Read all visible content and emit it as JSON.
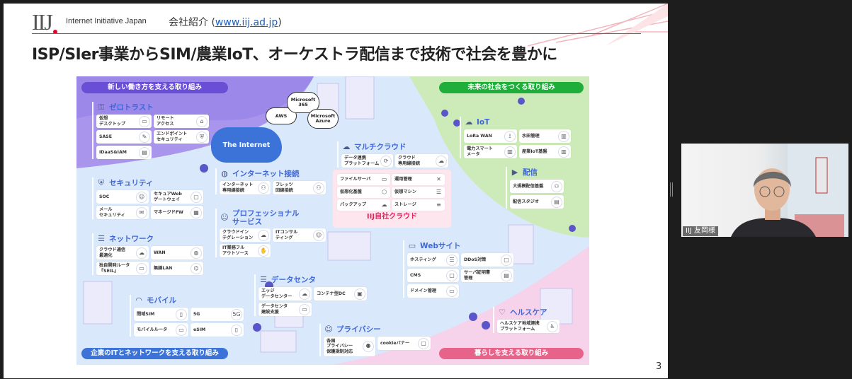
{
  "header": {
    "logo": "IIJ",
    "brand": "Internet Initiative Japan",
    "about": "会社紹介 (",
    "url": "www.iij.ad.jp",
    "about_end": ")",
    "title": "ISP/SIer事業からSIM/農業IoT、オーケストラ配信まで技術で社会を豊かに",
    "page": "3"
  },
  "banners": {
    "work": "新しい働き方を支える取り組み",
    "enterprise": "企業のITとネットワークを支える取り組み",
    "future": "未来の社会をつくる取り組み",
    "life": "暮らしを支える取り組み"
  },
  "clouds": {
    "internet": "The Internet",
    "aws": "AWS",
    "m365": "Microsoft\n365",
    "azure": "Microsoft\nAzure"
  },
  "colors": {
    "purple": "#6a4fd6",
    "blue": "#3b73d8",
    "green": "#1fae3a",
    "pink": "#e8638a",
    "heading": "#3f67d8"
  },
  "sections": {
    "zerotrust": {
      "title": "ゼロトラスト",
      "icon": "lock",
      "items": [
        {
          "label": "仮想\nデスクトップ",
          "icon": "desktop"
        },
        {
          "label": "リモート\nアクセス",
          "icon": "home"
        },
        {
          "label": "SASE",
          "icon": "pen"
        },
        {
          "label": "エンドポイント\nセキュリティ",
          "icon": "shield"
        },
        {
          "label": "IDaaS&IAM",
          "icon": "id"
        }
      ]
    },
    "security": {
      "title": "セキュリティ",
      "icon": "shield",
      "items": [
        {
          "label": "SOC",
          "icon": "person"
        },
        {
          "label": "セキュアWeb\nゲートウェイ",
          "icon": "window"
        },
        {
          "label": "メール\nセキュリティ",
          "icon": "mail"
        },
        {
          "label": "マネージドFW",
          "icon": "grid"
        }
      ]
    },
    "network": {
      "title": "ネットワーク",
      "icon": "server",
      "items": [
        {
          "label": "クラウド通信\n最適化",
          "icon": "cloud"
        },
        {
          "label": "WAN",
          "icon": "globe"
        },
        {
          "label": "独自開発ルータ\n『SEIL』",
          "icon": "router"
        },
        {
          "label": "無線LAN",
          "icon": "wifi-router"
        }
      ]
    },
    "mobile": {
      "title": "モバイル",
      "icon": "wifi",
      "items": [
        {
          "label": "閉域SIM",
          "icon": "sim"
        },
        {
          "label": "5G",
          "icon": "5g"
        },
        {
          "label": "モバイルルータ",
          "icon": "router"
        },
        {
          "label": "eSIM",
          "icon": "phone"
        }
      ]
    },
    "internet": {
      "title": "インターネット接続",
      "icon": "globe",
      "items": [
        {
          "label": "インターネット\n専用線接続",
          "icon": "network"
        },
        {
          "label": "フレッツ\n回線接続",
          "icon": "network"
        }
      ]
    },
    "pro": {
      "title": "プロフェッショナル\nサービス",
      "icon": "person",
      "items": [
        {
          "label": "クラウドイン\nテグレーション",
          "icon": "cloud"
        },
        {
          "label": "ITコンサル\nティング",
          "icon": "person"
        },
        {
          "label": "IT業務フル\nアウトソース",
          "icon": "handshake"
        }
      ]
    },
    "datacenter": {
      "title": "データセンタ",
      "icon": "server",
      "items": [
        {
          "label": "エッジ\nデータセンター",
          "icon": "cloud"
        },
        {
          "label": "コンテナ型DC",
          "icon": "container"
        },
        {
          "label": "データセンタ\n建設支援",
          "icon": "rack"
        }
      ]
    },
    "multicloud": {
      "title": "マルチクラウド",
      "icon": "cloud",
      "items": [
        {
          "label": "データ連携\nプラットフォーム",
          "icon": "sync"
        },
        {
          "label": "クラウド\n専用線接続",
          "icon": "cloud"
        }
      ]
    },
    "iijcloud": {
      "title": "IIJ自社クラウド",
      "items": [
        {
          "label": "ファイルサーバ",
          "icon": "folder"
        },
        {
          "label": "運用管理",
          "icon": "tools"
        },
        {
          "label": "仮想化基盤",
          "icon": "cube"
        },
        {
          "label": "仮想マシン",
          "icon": "server"
        },
        {
          "label": "バックアップ",
          "icon": "cloud"
        },
        {
          "label": "ストレージ",
          "icon": "database"
        }
      ]
    },
    "iot": {
      "title": "IoT",
      "icon": "cloud",
      "items": [
        {
          "label": "LoRa WAN",
          "icon": "antenna"
        },
        {
          "label": "水田管理",
          "icon": "field"
        },
        {
          "label": "電力スマート\nメータ",
          "icon": "meter"
        },
        {
          "label": "産業IoT基盤",
          "icon": "factory"
        }
      ]
    },
    "streaming": {
      "title": "配信",
      "icon": "film",
      "items": [
        {
          "label": "大規模配信基盤",
          "icon": "network"
        },
        {
          "label": "配信スタジオ",
          "icon": "clapper"
        }
      ]
    },
    "web": {
      "title": "Webサイト",
      "icon": "browser",
      "items": [
        {
          "label": "ホスティング",
          "icon": "server"
        },
        {
          "label": "DDoS対策",
          "icon": "window"
        },
        {
          "label": "CMS",
          "icon": "window"
        },
        {
          "label": "サーバ証明書\n管理",
          "icon": "certificate"
        },
        {
          "label": "ドメイン管理",
          "icon": "monitor"
        }
      ]
    },
    "privacy": {
      "title": "プライバシー",
      "icon": "person",
      "items": [
        {
          "label": "各国\nプライバシー\n保護規制対応",
          "icon": "people"
        },
        {
          "label": "cookieバナー",
          "icon": "window"
        }
      ]
    },
    "healthcare": {
      "title": "ヘルスケア",
      "icon": "heart",
      "items": [
        {
          "label": "ヘルスケア地域連携\nプラットフォーム",
          "icon": "wheelchair"
        }
      ]
    }
  },
  "video": {
    "name": "IIJ 友岡様"
  }
}
